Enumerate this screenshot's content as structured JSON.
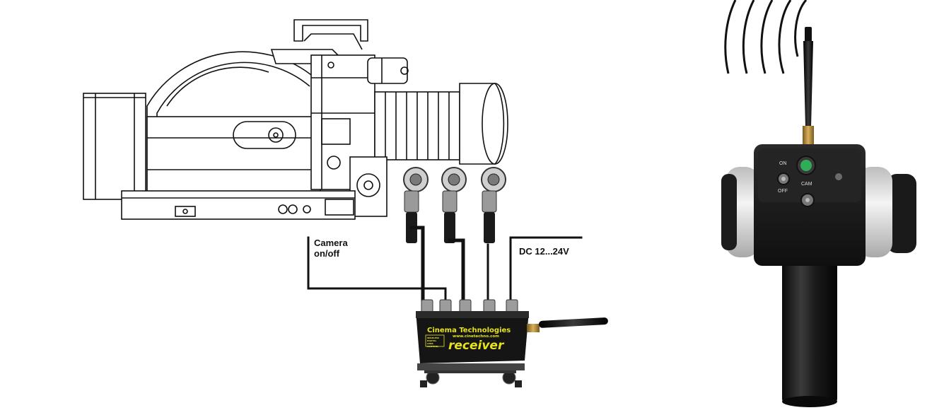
{
  "labels": {
    "camera_line1": "Camera",
    "camera_line2": "on/off",
    "dc_power": "DC 12...24V"
  },
  "receiver": {
    "brand": "Cinema Technologies",
    "url": "www.cinetechno.com",
    "model": "receiver",
    "logo_lines": [
      "WIRELESS",
      "DIGITAL",
      "LENS",
      "CONTROL"
    ]
  },
  "remote": {
    "switch_on": "ON",
    "switch_off": "OFF",
    "cam_label": "CAM"
  },
  "colors": {
    "line": "#111111",
    "receiver_body": "#151515",
    "receiver_text": "#e6e21e",
    "remote_body": "#1c1c1c",
    "remote_ring": "#e9e9e9",
    "antenna_gold": "#b48a3a",
    "led_green": "#2fae57"
  }
}
